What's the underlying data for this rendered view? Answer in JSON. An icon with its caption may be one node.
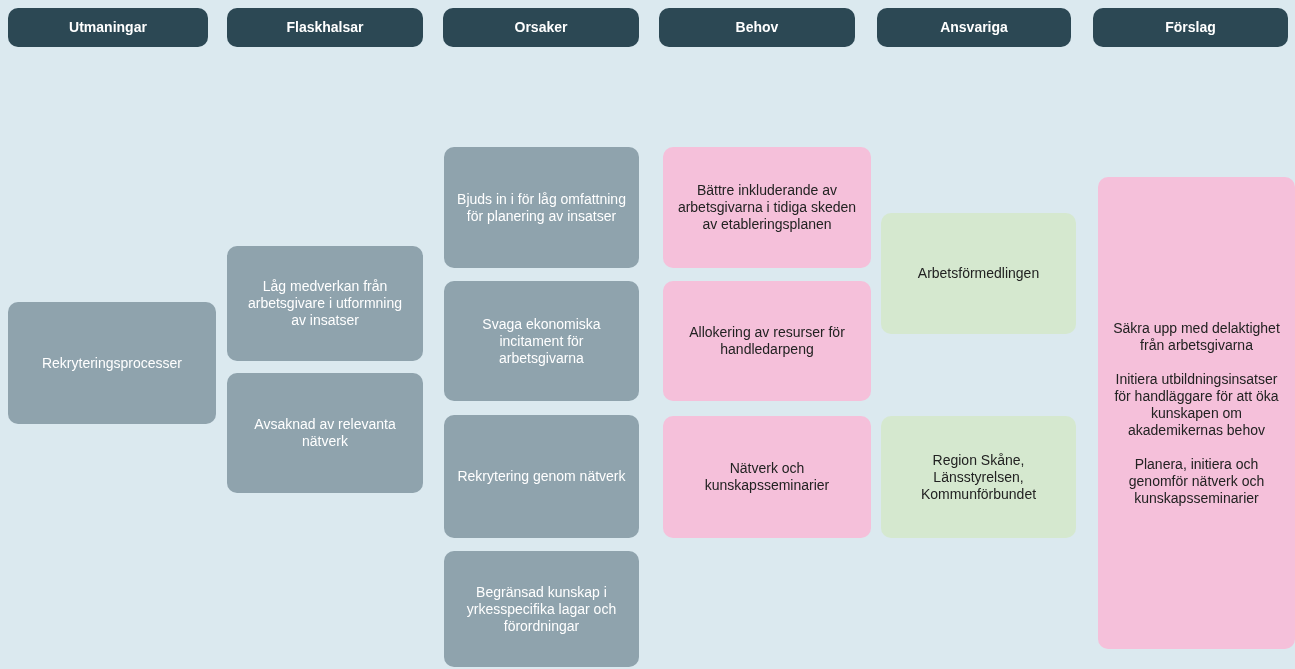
{
  "diagram": {
    "nodes": [
      {
        "text": [
          "Utmaningar"
        ]
      },
      {
        "text": [
          "Flaskhalsar"
        ]
      },
      {
        "text": [
          "Orsaker"
        ]
      },
      {
        "text": [
          "Behov"
        ]
      },
      {
        "text": [
          "Ansvariga"
        ]
      },
      {
        "text": [
          "Förslag"
        ]
      },
      {
        "text": [
          "Rekryteringsprocesser"
        ]
      },
      {
        "text": [
          "Låg medverkan från arbetsgivare i utformning av insatser"
        ]
      },
      {
        "text": [
          "Avsaknad av relevanta nätverk"
        ]
      },
      {
        "text": [
          "Bjuds in i för låg omfattning för planering av insatser"
        ]
      },
      {
        "text": [
          "Svaga ekonomiska incitament för arbetsgivarna"
        ]
      },
      {
        "text": [
          "Rekrytering genom nätverk"
        ]
      },
      {
        "text": [
          "Begränsad kunskap i yrkesspecifika lagar och förordningar"
        ]
      },
      {
        "text": [
          "Bättre inkluderande av arbetsgivarna i tidiga skeden av etableringsplanen"
        ]
      },
      {
        "text": [
          "Allokering av resurser för handledarpeng"
        ]
      },
      {
        "text": [
          "Nätverk och kunskapsseminarier"
        ]
      },
      {
        "text": [
          "Arbetsförmedlingen"
        ]
      },
      {
        "text": [
          "Region Skåne, Länsstyrelsen, Kommunförbundet"
        ]
      },
      {
        "text": [
          "Säkra upp med delaktighet från arbetsgivarna",
          "Initiera utbildningsinsatser för handläggare för att öka kunskapen om akademikernas behov",
          "Planera, initiera och genomför nätverk och kunskapsseminarier"
        ]
      }
    ]
  }
}
